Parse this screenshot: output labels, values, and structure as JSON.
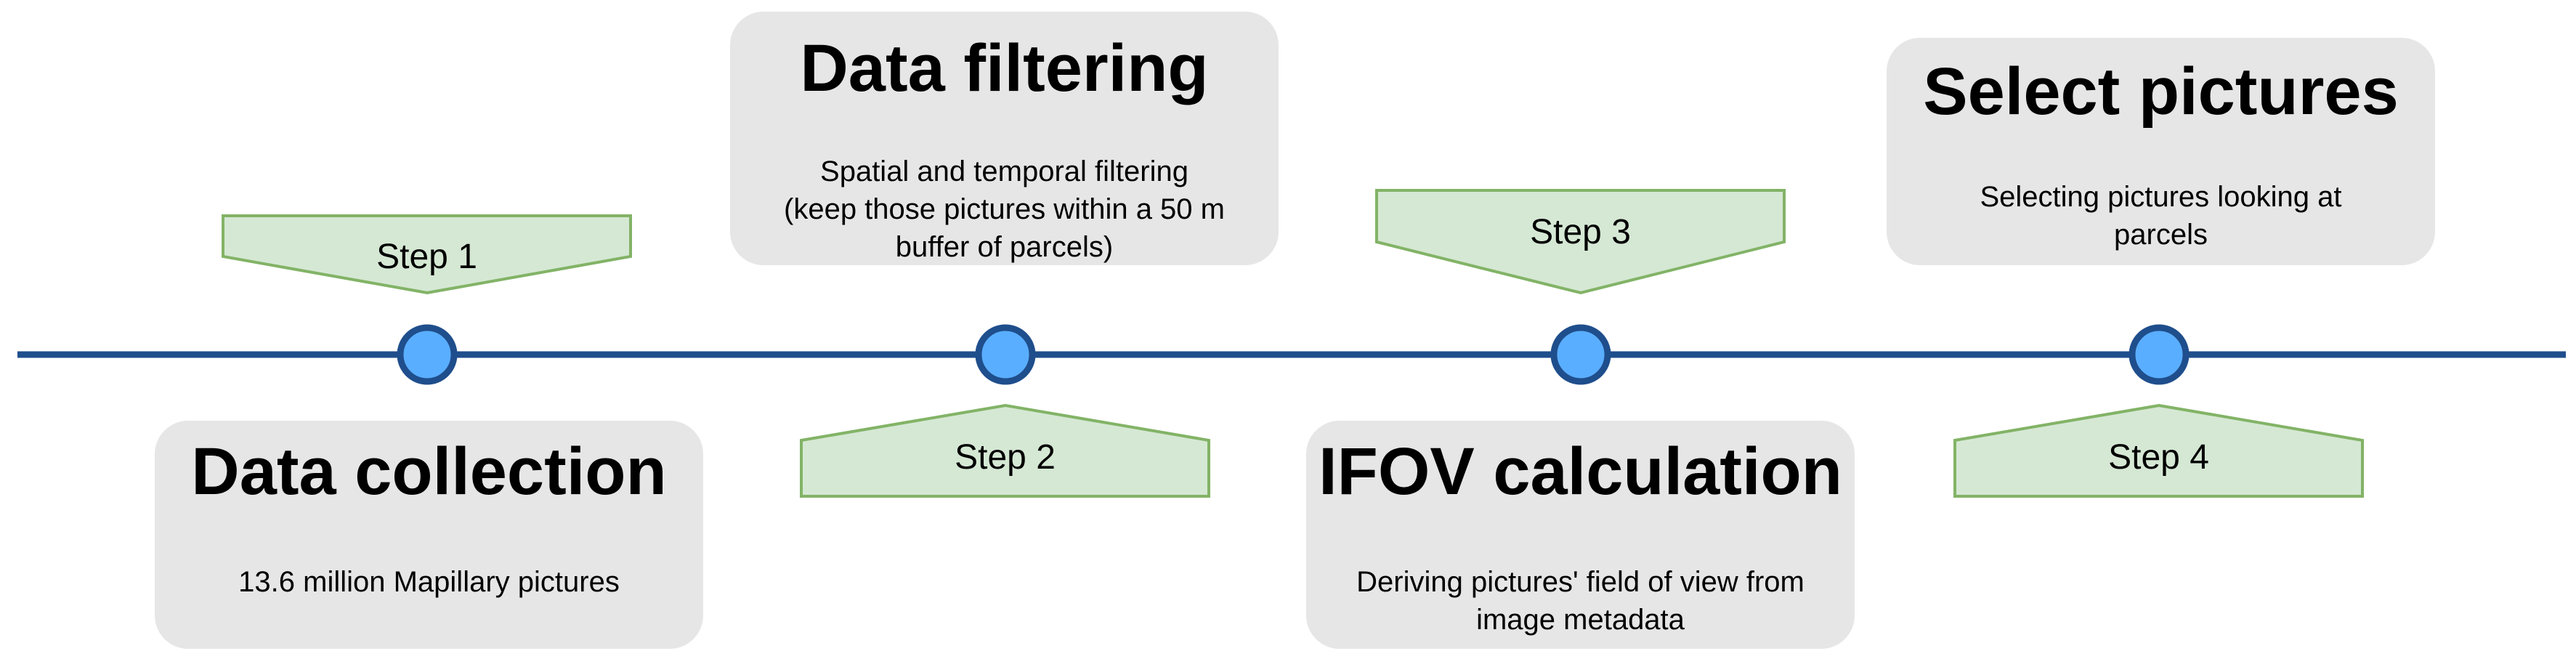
{
  "colors": {
    "line": "#1f4e8c",
    "node_fill": "#5aaeff",
    "node_stroke": "#1f4e8c",
    "card_bg": "#e6e6e6",
    "step_fill": "#d5e8d4",
    "step_stroke": "#82b366"
  },
  "steps": [
    {
      "label": "Step 1",
      "title": "Data collection",
      "description": "13.6 million Mapillary pictures"
    },
    {
      "label": "Step 2",
      "title": "Data filtering",
      "description": "Spatial and temporal filtering\n(keep those pictures within a 50 m\nbuffer of parcels)"
    },
    {
      "label": "Step 3",
      "title": "IFOV calculation",
      "description": "Deriving pictures' field of view from\nimage metadata"
    },
    {
      "label": "Step 4",
      "title": "Select pictures",
      "description": "Selecting pictures looking at\nparcels"
    }
  ]
}
